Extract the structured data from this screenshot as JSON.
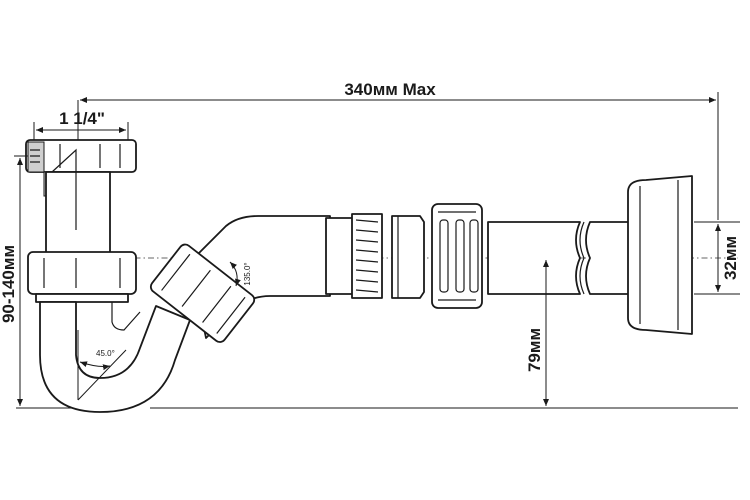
{
  "dimensions": {
    "total_length": "340мм Max",
    "inlet_thread": "1 1/4\"",
    "height_range": "90-140мм",
    "pipe_diameter": "32мм",
    "outlet_height": "79мм",
    "angle_elbow": "135.0°",
    "angle_trap": "45.0°"
  },
  "colors": {
    "line": "#1a1a1a",
    "background": "#ffffff"
  }
}
